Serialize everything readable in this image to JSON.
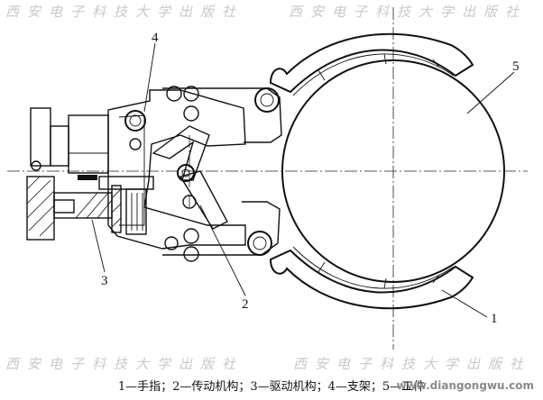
{
  "watermark": {
    "text": "西安电子科技大学出版社"
  },
  "diagram": {
    "labels": {
      "l1": "1",
      "l2": "2",
      "l3": "3",
      "l4": "4",
      "l5": "5"
    }
  },
  "caption": {
    "text": "1—手指；2—传动机构；3—驱动机构；4—支架；5—工件"
  },
  "site_mark": {
    "text": "www.diangongwu.com"
  }
}
